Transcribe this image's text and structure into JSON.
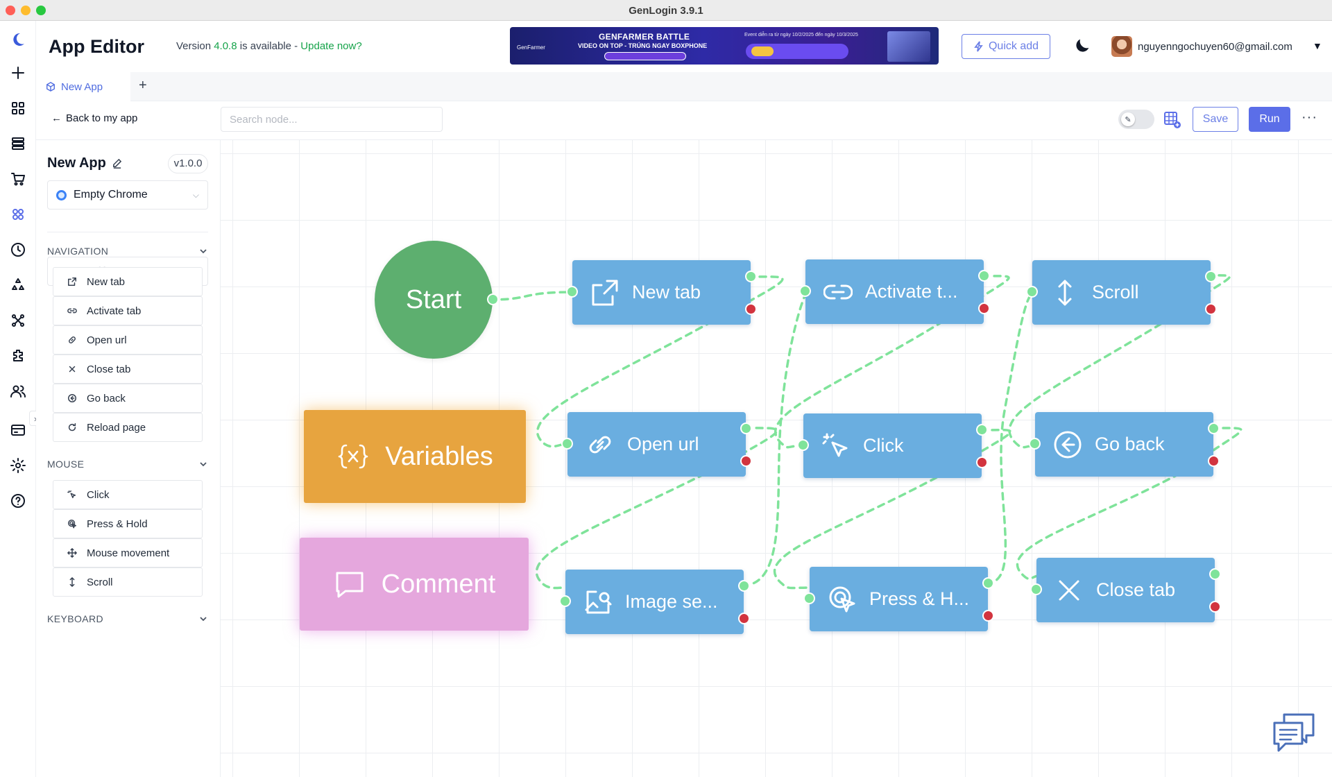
{
  "window": {
    "title": "GenLogin 3.9.1"
  },
  "header": {
    "title": "App Editor",
    "version_prefix": "Version ",
    "version_number": "4.0.8",
    "version_suffix": " is available - ",
    "update_link": "Update now?",
    "banner": {
      "title": "GENFARMER BATTLE",
      "subtitle": "VIDEO ON TOP - TRÚNG NGAY BOXPHONE",
      "brand": "GenFarmer",
      "event_text": "Event diễn ra từ ngày 10/2/2025 đến ngày 10/3/2025"
    },
    "quick_add_label": "Quick add",
    "user_email": "nguyenngochuyen60@gmail.com"
  },
  "tabs": [
    {
      "label": "New App"
    }
  ],
  "toolbar": {
    "back_label": "Back to my app",
    "search_placeholder": "Search node...",
    "save_label": "Save",
    "run_label": "Run"
  },
  "sidebar": {
    "app_name": "New App",
    "version": "v1.0.0",
    "browser": "Empty Chrome",
    "search_placeholder": "Search (⌘+f)",
    "sections": [
      {
        "title": "NAVIGATION",
        "items": [
          "New tab",
          "Activate tab",
          "Open url",
          "Close tab",
          "Go back",
          "Reload page"
        ]
      },
      {
        "title": "MOUSE",
        "items": [
          "Click",
          "Press & Hold",
          "Mouse movement",
          "Scroll"
        ]
      },
      {
        "title": "KEYBOARD",
        "items": []
      }
    ]
  },
  "canvas": {
    "nodes": {
      "start": "Start",
      "variables": "Variables",
      "comment": "Comment",
      "new_tab": "New tab",
      "activate_tab": "Activate t...",
      "scroll": "Scroll",
      "open_url": "Open url",
      "click": "Click",
      "go_back": "Go back",
      "image_search": "Image se...",
      "press_hold": "Press & H...",
      "close_tab": "Close tab"
    }
  },
  "colors": {
    "accent": "#5b6ee8",
    "node_blue": "#6aaee0",
    "start_green": "#5daf6f",
    "variables_orange": "#e7a43f",
    "comment_pink": "#e5a7dd",
    "edge_green": "#7fe39a",
    "error_red": "#d2343f",
    "update_green": "#16a34a"
  }
}
